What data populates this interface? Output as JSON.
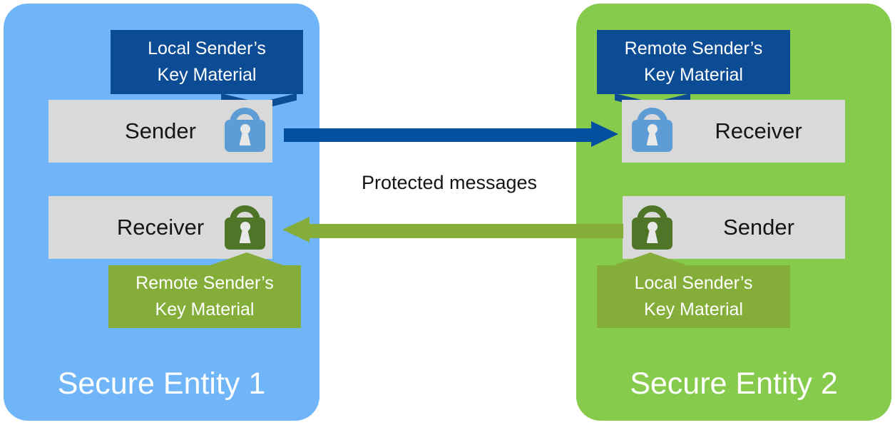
{
  "colors": {
    "panel-blue": "#6FB5F8",
    "panel-green": "#86CB4B",
    "dark-blue": "#0B4C95",
    "arrow-blue": "#0450A0",
    "olive": "#84AE39",
    "box-gray": "#D9D9D9",
    "lock-blue": "#5E9CD6",
    "lock-green": "#4E7528",
    "keyhole": "#E9E8E8"
  },
  "center": {
    "protected_messages": "Protected messages"
  },
  "icons": {
    "local_key_lock": "padlock-icon",
    "remote_key_lock": "padlock-icon"
  },
  "entity1": {
    "title": "Secure Entity 1",
    "sender_label": "Sender",
    "receiver_label": "Receiver",
    "sender_callout_line1": "Local Sender’s",
    "sender_callout_line2": "Key Material",
    "receiver_callout_line1": "Remote Sender’s",
    "receiver_callout_line2": "Key Material"
  },
  "entity2": {
    "title": "Secure Entity 2",
    "receiver_label": "Receiver",
    "sender_label": "Sender",
    "receiver_callout_line1": "Remote Sender’s",
    "receiver_callout_line2": "Key Material",
    "sender_callout_line1": "Local Sender’s",
    "sender_callout_line2": "Key Material"
  }
}
